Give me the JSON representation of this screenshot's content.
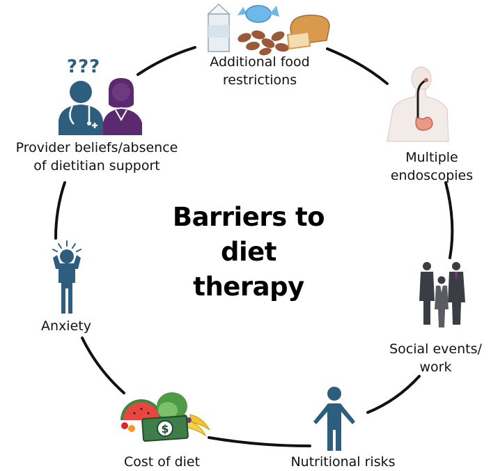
{
  "diagram": {
    "title_lines": [
      "Barriers to",
      "diet therapy"
    ],
    "items": [
      {
        "id": "food",
        "lines": [
          "Additional food",
          "restrictions"
        ]
      },
      {
        "id": "endoscopies",
        "lines": [
          "Multiple",
          "endoscopies"
        ]
      },
      {
        "id": "social",
        "lines": [
          "Social events/",
          "work"
        ]
      },
      {
        "id": "nutritional",
        "lines": [
          "Nutritional risks"
        ]
      },
      {
        "id": "cost",
        "lines": [
          "Cost of diet"
        ],
        "money_symbol": "$"
      },
      {
        "id": "anxiety",
        "lines": [
          "Anxiety"
        ]
      },
      {
        "id": "provider",
        "lines": [
          "Provider beliefs/absence",
          "of dietitian support"
        ],
        "question_marks": "???"
      }
    ],
    "colors": {
      "person": "#2e5e7e",
      "purple": "#5b2a6e",
      "ring": "#111111",
      "milk": "#e9eef2",
      "candy": "#6fb9e8",
      "bread": "#d99a4e",
      "almond": "#9a5a3a",
      "money": "#3f7d4a",
      "suit": "#3b3d45"
    }
  }
}
